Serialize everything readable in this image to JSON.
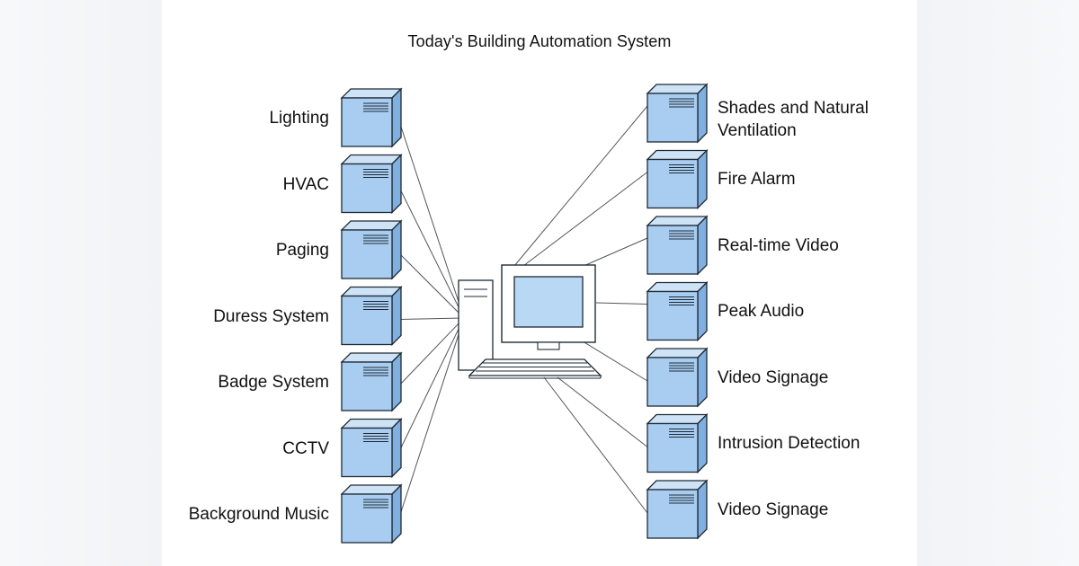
{
  "diagram": {
    "title": "Today's Building Automation System",
    "left_systems": [
      {
        "label": "Lighting",
        "icon": "server-tower-icon"
      },
      {
        "label": "HVAC",
        "icon": "server-tower-icon"
      },
      {
        "label": "Paging",
        "icon": "server-tower-icon"
      },
      {
        "label": "Duress System",
        "icon": "server-tower-icon"
      },
      {
        "label": "Badge System",
        "icon": "server-tower-icon"
      },
      {
        "label": "CCTV",
        "icon": "server-tower-icon"
      },
      {
        "label": "Background Music",
        "icon": "server-tower-icon"
      }
    ],
    "right_systems": [
      {
        "label": "Shades and Natural Ventilation",
        "icon": "server-tower-icon"
      },
      {
        "label": "Fire Alarm",
        "icon": "server-tower-icon"
      },
      {
        "label": "Real-time Video",
        "icon": "server-tower-icon"
      },
      {
        "label": "Peak Audio",
        "icon": "server-tower-icon"
      },
      {
        "label": "Video Signage",
        "icon": "server-tower-icon"
      },
      {
        "label": "Intrusion Detection",
        "icon": "server-tower-icon"
      },
      {
        "label": "Video Signage",
        "icon": "server-tower-icon"
      }
    ],
    "center_icon": "desktop-computer-icon",
    "colors": {
      "server_front": "#a9cdf0",
      "server_side": "#7fb0df",
      "server_top": "#cfe3f7",
      "outline": "#1e2a36",
      "connector": "#555555",
      "screen": "#b9d8f3"
    }
  }
}
